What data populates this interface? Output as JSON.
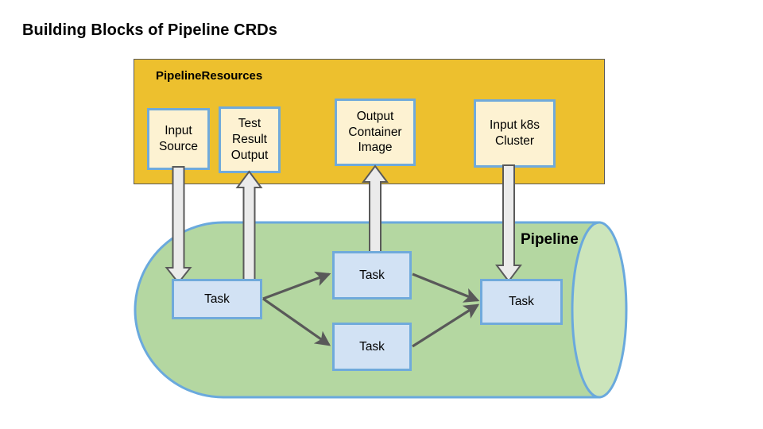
{
  "slide": {
    "title": "Building Blocks of Pipeline CRDs",
    "background": "#ffffff"
  },
  "colors": {
    "resources_band_fill": "#edc02e",
    "resources_band_stroke": "#595959",
    "pipeline_fill": "#b4d7a1",
    "pipeline_cap_fill": "#cce5bb",
    "pipeline_stroke": "#6aa9dd",
    "resource_box_fill": "#fdf2d2",
    "task_box_fill": "#d2e2f4",
    "box_stroke": "#70aadb",
    "block_arrow_fill": "#ebebeb",
    "block_arrow_stroke": "#5a5a5a",
    "connector_stroke": "#595959",
    "text": "#000000"
  },
  "resources_group": {
    "label": "PipelineResources",
    "boxes": [
      {
        "id": "input-source",
        "label": "Input\nSource"
      },
      {
        "id": "test-result",
        "label": "Test\nResult\nOutput"
      },
      {
        "id": "output-image",
        "label": "Output\nContainer\nImage"
      },
      {
        "id": "input-k8s",
        "label": "Input k8s\nCluster"
      }
    ]
  },
  "pipeline_group": {
    "label": "Pipeline",
    "tasks": [
      {
        "id": "task-1",
        "label": "Task"
      },
      {
        "id": "task-2",
        "label": "Task"
      },
      {
        "id": "task-3",
        "label": "Task"
      },
      {
        "id": "task-4",
        "label": "Task"
      }
    ]
  },
  "block_arrows": [
    {
      "id": "arrow-input-source-to-task1",
      "direction": "down",
      "from": "Input Source",
      "to": "Task 1"
    },
    {
      "id": "arrow-task1-to-test-result",
      "direction": "up",
      "from": "Task 1",
      "to": "Test Result Output"
    },
    {
      "id": "arrow-task2-to-output-image",
      "direction": "up",
      "from": "Task 2",
      "to": "Output Container Image"
    },
    {
      "id": "arrow-input-k8s-to-task4",
      "direction": "down",
      "from": "Input k8s Cluster",
      "to": "Task 4"
    }
  ],
  "connectors": [
    {
      "id": "connector-task1-to-task2",
      "from": "Task 1",
      "to": "Task 2"
    },
    {
      "id": "connector-task1-to-task3",
      "from": "Task 1",
      "to": "Task 3"
    },
    {
      "id": "connector-task2-to-task4",
      "from": "Task 2",
      "to": "Task 4"
    },
    {
      "id": "connector-task3-to-task4",
      "from": "Task 3",
      "to": "Task 4"
    }
  ]
}
